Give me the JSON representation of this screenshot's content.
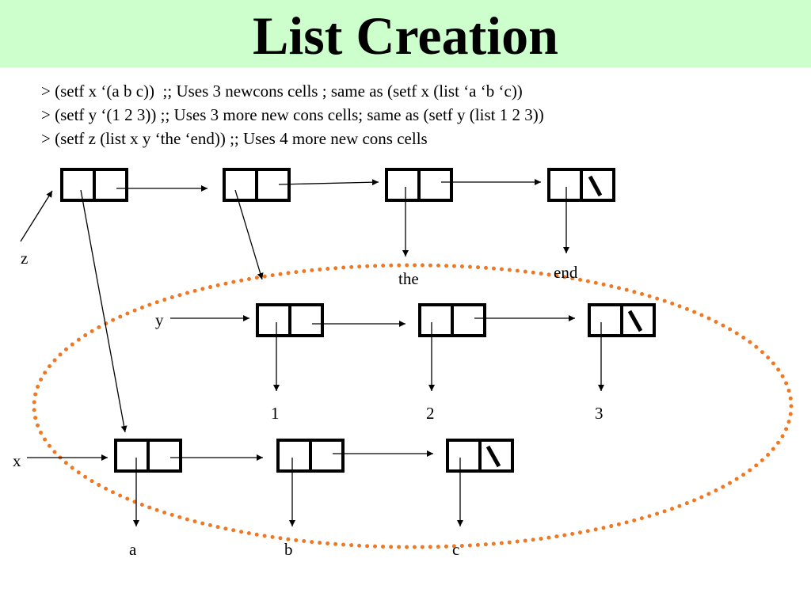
{
  "slide": {
    "title": "List Creation",
    "lines": [
      "> (setf x ‘(a b c))  ;; Uses 3 newcons cells ; same as (setf x (list ‘a ‘b ‘c))",
      "> (setf y ‘(1 2 3)) ;; Uses 3 more new cons cells; same as (setf y (list 1 2 3))",
      "> (setf z (list x y ‘the ‘end)) ;; Uses 4 more new cons cells"
    ]
  },
  "colors": {
    "title_background": "#ccffcc",
    "highlight_ellipse": "#f07822"
  },
  "diagram": {
    "variables": {
      "z": "z",
      "y": "y",
      "x": "x"
    },
    "z_list": {
      "cells": 4,
      "labels": [
        "the",
        "end"
      ]
    },
    "y_list": {
      "cells": 3,
      "labels": [
        "1",
        "2",
        "3"
      ]
    },
    "x_list": {
      "cells": 3,
      "labels": [
        "a",
        "b",
        "c"
      ]
    }
  }
}
